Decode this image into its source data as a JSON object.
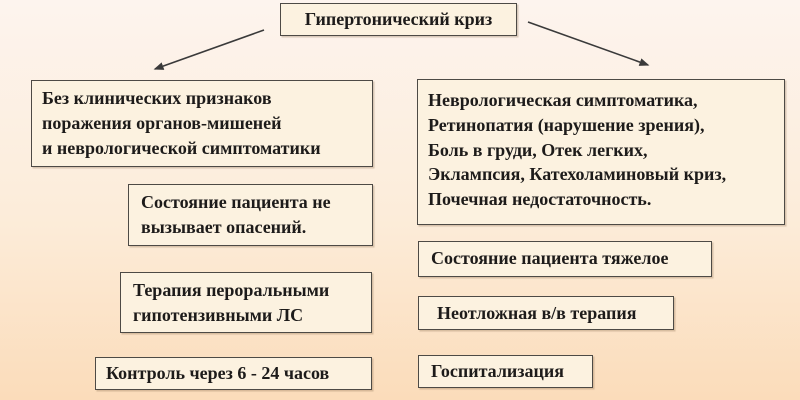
{
  "title": "Гипертонический криз",
  "left_branch": {
    "criteria": "Без клинических признаков\nпоражения органов-мишеней\nи неврологической симптоматики",
    "patient_status": "Состояние пациента не\nвызывает опасений.",
    "therapy": "Терапия пероральными\nгипотензивными ЛС",
    "outcome": "Контроль через 6 - 24 часов"
  },
  "right_branch": {
    "criteria": "Неврологическая симптоматика,\nРетинопатия (нарушение зрения),\nБоль в груди, Отек легких,\nЭклампсия, Катехоламиновый криз,\nПочечная недостаточность.",
    "patient_status": "Состояние пациента тяжелое",
    "therapy": "Неотложная в/в терапия",
    "outcome": "Госпитализация"
  },
  "colors": {
    "background_top": "#fdf4ee",
    "background_bottom": "#fbdcba",
    "box_fill": "#fcf2e0",
    "box_border": "#4d4a45",
    "text": "#1d1b1a",
    "arrow": "#3a3a3a"
  }
}
